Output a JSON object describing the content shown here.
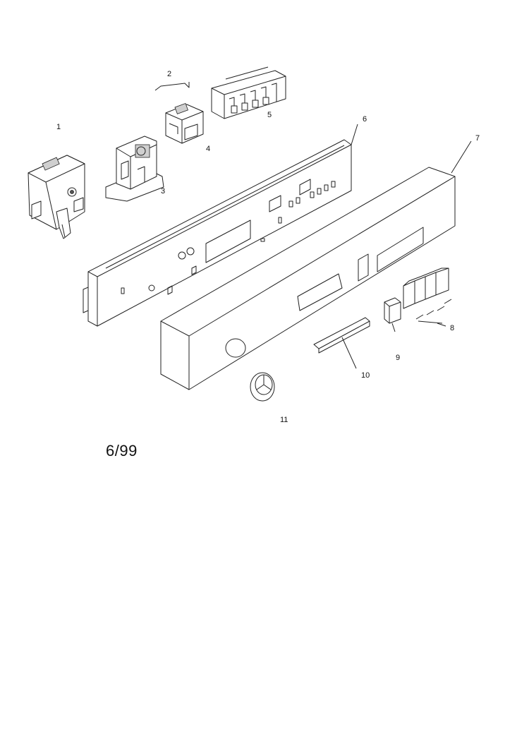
{
  "diagram": {
    "callouts": [
      "1",
      "2",
      "3",
      "4",
      "5",
      "6",
      "7",
      "8",
      "9",
      "10",
      "11"
    ],
    "date_code": "6/99"
  }
}
